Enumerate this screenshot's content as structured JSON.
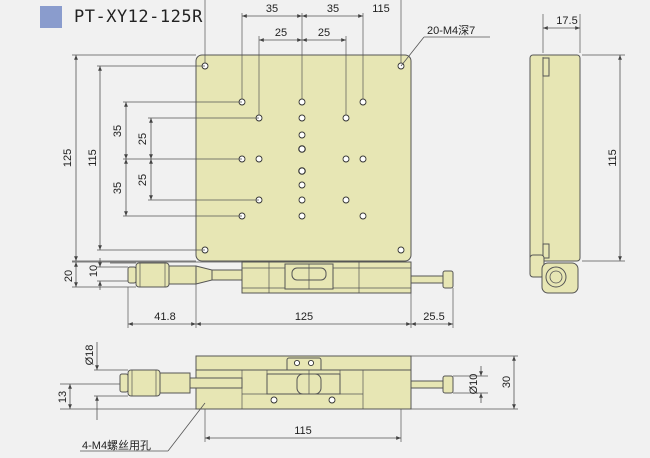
{
  "title": "PT-XY12-125R",
  "colors": {
    "plate": "#e7e6b4",
    "swatch": "#8a9ccd",
    "background": "#f1f1f1"
  },
  "top_view": {
    "dim_top_outer": "35",
    "dim_top_outer_2": "35",
    "dim_top_inner": "25",
    "dim_top_inner_2": "25",
    "dim_overall": "115",
    "hole_note": "20-M4深7",
    "dim_left_outer": "125",
    "dim_left_115": "115",
    "dim_left_35a": "35",
    "dim_left_25a": "25",
    "dim_left_35b": "35",
    "dim_left_25b": "25"
  },
  "side_view": {
    "dim_width": "17.5",
    "dim_height": "115"
  },
  "front_view": {
    "dim_20": "20",
    "dim_10": "10",
    "dim_418": "41.8",
    "dim_125": "125",
    "dim_255": "25.5"
  },
  "bottom_view": {
    "dim_phi18": "Ø18",
    "dim_13": "13",
    "dim_phi10": "Ø10",
    "dim_30": "30",
    "dim_115": "115",
    "hole_note": "4-M4螺丝用孔"
  }
}
